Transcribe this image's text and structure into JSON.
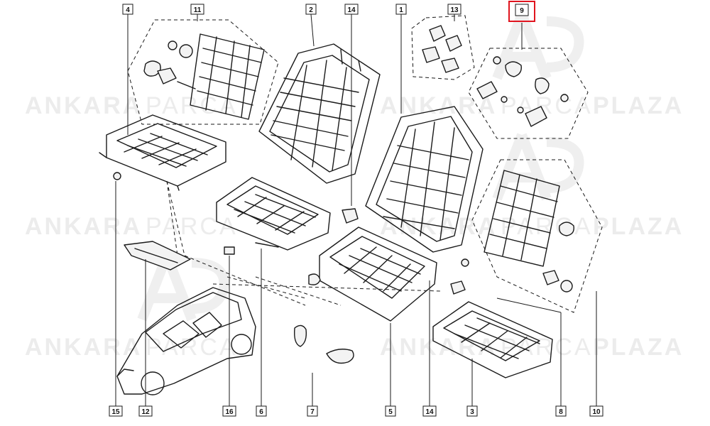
{
  "watermark": {
    "brand_bold": "ANKARA",
    "brand_thin": "PARCA",
    "brand_end": "PLAZA"
  },
  "callouts": [
    {
      "label": "4"
    },
    {
      "label": "11"
    },
    {
      "label": "2"
    },
    {
      "label": "14"
    },
    {
      "label": "1"
    },
    {
      "label": "13"
    },
    {
      "label": "9",
      "highlighted": true
    },
    {
      "label": "15"
    },
    {
      "label": "12"
    },
    {
      "label": "16"
    },
    {
      "label": "6"
    },
    {
      "label": "7"
    },
    {
      "label": "5"
    },
    {
      "label": "14"
    },
    {
      "label": "3"
    },
    {
      "label": "8"
    },
    {
      "label": "10"
    }
  ],
  "colors": {
    "highlight": "#e0141e",
    "line": "#1a1a1a",
    "watermark": "#ececec"
  }
}
